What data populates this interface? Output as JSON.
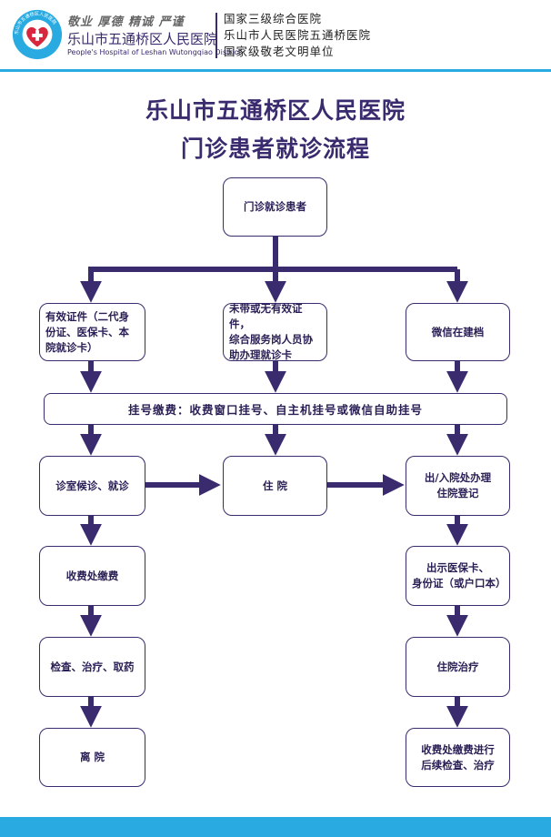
{
  "header": {
    "slogan": "敬业 厚德 精诚 严谨",
    "hospital_name": "乐山市五通桥区人民医院",
    "hospital_name_en": "People's Hospital of Leshan Wutongqiao District",
    "logo_ring_text": "乐山市五通桥区人民医院",
    "designations": [
      "国家三级综合医院",
      "乐山市人民医院五通桥医院",
      "国家级敬老文明单位"
    ],
    "colors": {
      "brand": "#3a2a6e",
      "accent": "#29abe2",
      "logo_red": "#d7263d"
    }
  },
  "title": {
    "line1": "乐山市五通桥区人民医院",
    "line2": "门诊患者就诊流程"
  },
  "flow": {
    "start": "门诊就诊患者",
    "branch_left": "有效证件（二代身\n份证、医保卡、本\n院就诊卡）",
    "branch_middle": "未带或无有效证件，\n综合服务岗人员协\n助办理就诊卡",
    "branch_right": "微信在建档",
    "registration": "挂号缴费：收费窗口挂号、自主机挂号或微信自助挂号",
    "consult": "诊室候诊、就诊",
    "inpatient": "住 院",
    "admission": "出/入院处办理\n住院登记",
    "pay": "收费处缴费",
    "exam": "检查、治疗、取药",
    "leave": "离 院",
    "show_id": "出示医保卡、\n身份证（或户口本）",
    "treatment": "住院治疗",
    "followup": "收费处缴费进行\n后续检查、治疗"
  }
}
